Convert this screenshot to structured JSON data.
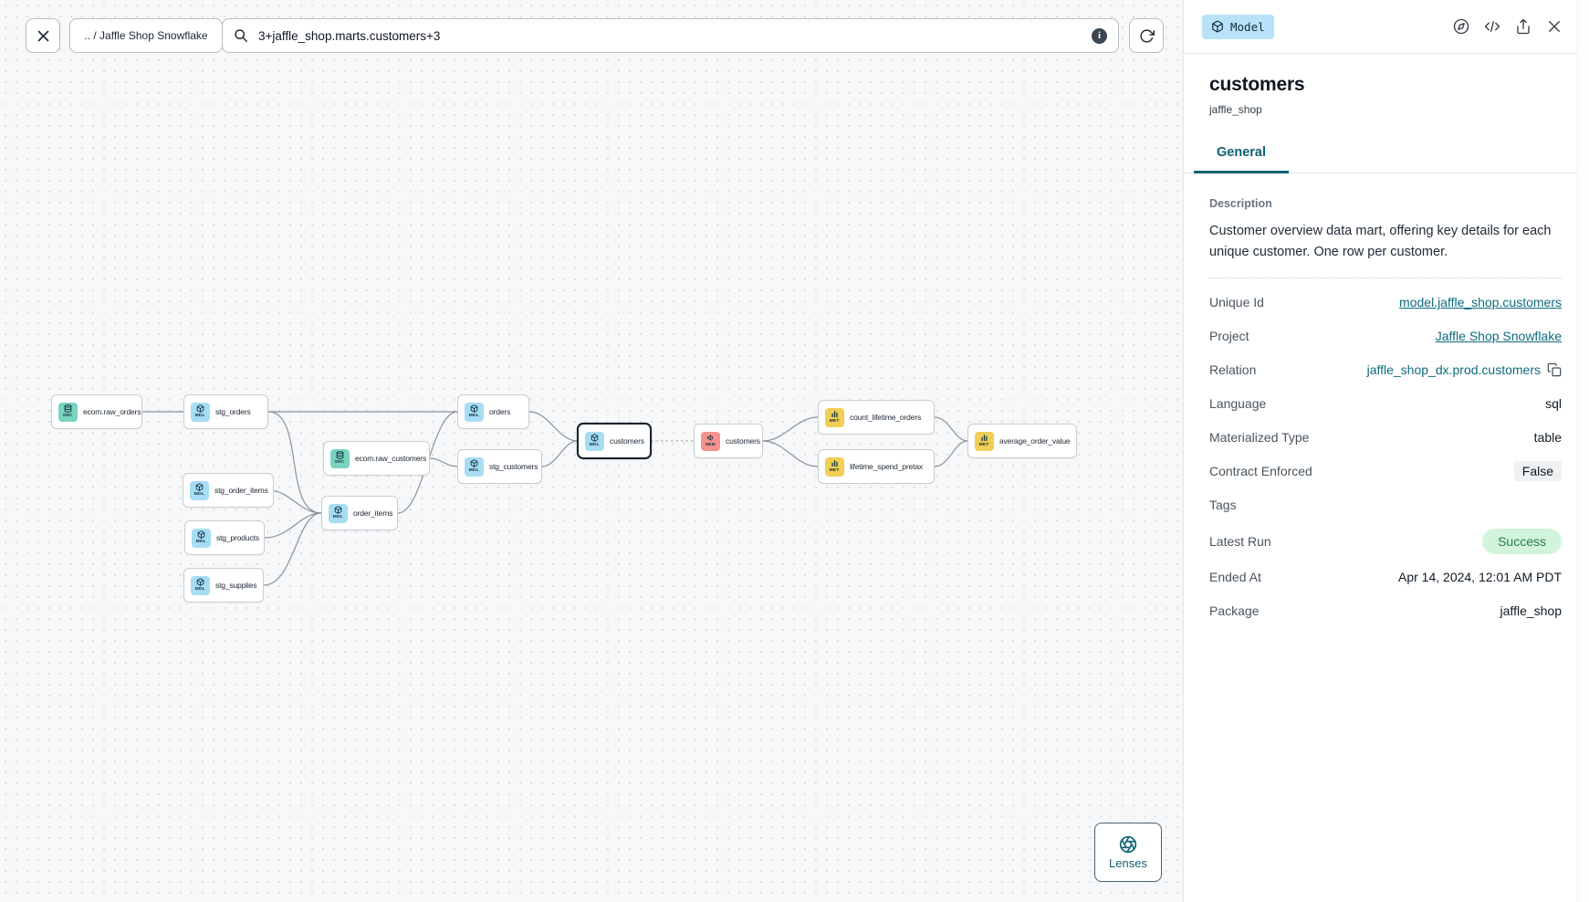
{
  "toolbar": {
    "breadcrumb": ".. / Jaffle Shop Snowflake",
    "search_value": "3+jaffle_shop.marts.customers+3"
  },
  "lenses_label": "Lenses",
  "icons": {
    "canvas_close": "x-icon",
    "search": "magnifier-icon",
    "search_info": "info-circle-icon",
    "refresh": "rotate-cw-icon",
    "badge": "cube-icon",
    "header": [
      "compass-icon",
      "code-icon",
      "share-icon",
      "close-icon"
    ],
    "relation_copy": "copy-icon",
    "lenses": "aperture-icon"
  },
  "colors": {
    "accent_teal": "#0b6173",
    "link_teal": "#0d6b7e",
    "model_badge_bg": "#b9e2f8",
    "source_icon_bg": "#79d4c1",
    "model_icon_bg": "#a7dcf5",
    "semantic_icon_bg": "#f4918f",
    "metric_icon_bg": "#f1ce55",
    "success_bg": "#d2f3dc",
    "success_text": "#2b7d45"
  },
  "panel": {
    "type_badge": "Model",
    "title": "customers",
    "subtitle": "jaffle_shop",
    "tabs": [
      {
        "label": "General",
        "active": true
      }
    ],
    "description_label": "Description",
    "description": "Customer overview data mart, offering key details for each unique customer. One row per customer.",
    "fields": [
      {
        "label": "Unique Id",
        "value": "model.jaffle_shop.customers",
        "type": "link"
      },
      {
        "label": "Project",
        "value": "Jaffle Shop Snowflake",
        "type": "link"
      },
      {
        "label": "Relation",
        "value": "jaffle_shop_dx.prod.customers",
        "type": "copyable"
      },
      {
        "label": "Language",
        "value": "sql",
        "type": "text"
      },
      {
        "label": "Materialized Type",
        "value": "table",
        "type": "text"
      },
      {
        "label": "Contract Enforced",
        "value": "False",
        "type": "chip"
      },
      {
        "label": "Tags",
        "value": "",
        "type": "text"
      },
      {
        "label": "Latest Run",
        "value": "Success",
        "type": "status-success"
      },
      {
        "label": "Ended At",
        "value": "Apr 14, 2024, 12:01 AM PDT",
        "type": "text"
      },
      {
        "label": "Package",
        "value": "jaffle_shop",
        "type": "text"
      }
    ]
  },
  "graph": {
    "nodes": [
      {
        "id": "ecom.raw_orders",
        "label": "ecom.raw_orders",
        "kind": "SRC"
      },
      {
        "id": "stg_orders",
        "label": "stg_orders",
        "kind": "MDL"
      },
      {
        "id": "ecom.raw_customers",
        "label": "ecom.raw_customers",
        "kind": "SRC"
      },
      {
        "id": "stg_order_items",
        "label": "stg_order_items",
        "kind": "MDL"
      },
      {
        "id": "stg_products",
        "label": "stg_products",
        "kind": "MDL"
      },
      {
        "id": "stg_supplies",
        "label": "stg_supplies",
        "kind": "MDL"
      },
      {
        "id": "order_items",
        "label": "order_items",
        "kind": "MDL"
      },
      {
        "id": "orders",
        "label": "orders",
        "kind": "MDL"
      },
      {
        "id": "stg_customers",
        "label": "stg_customers",
        "kind": "MDL"
      },
      {
        "id": "customers",
        "label": "customers",
        "kind": "MDL",
        "selected": true
      },
      {
        "id": "customers_semantic",
        "label": "customers",
        "kind": "SEM"
      },
      {
        "id": "count_lifetime_orders",
        "label": "count_lifetime_orders",
        "kind": "MET"
      },
      {
        "id": "lifetime_spend_pretax",
        "label": "lifetime_spend_pretax",
        "kind": "MET"
      },
      {
        "id": "average_order_value",
        "label": "average_order_value",
        "kind": "MET"
      }
    ],
    "edges": [
      {
        "from": "ecom.raw_orders",
        "to": "stg_orders"
      },
      {
        "from": "stg_orders",
        "to": "orders"
      },
      {
        "from": "stg_orders",
        "to": "order_items"
      },
      {
        "from": "ecom.raw_customers",
        "to": "stg_customers"
      },
      {
        "from": "stg_order_items",
        "to": "order_items"
      },
      {
        "from": "stg_products",
        "to": "order_items"
      },
      {
        "from": "stg_supplies",
        "to": "order_items"
      },
      {
        "from": "order_items",
        "to": "orders"
      },
      {
        "from": "orders",
        "to": "customers"
      },
      {
        "from": "stg_customers",
        "to": "customers"
      },
      {
        "from": "customers",
        "to": "customers_semantic",
        "dashed": true
      },
      {
        "from": "customers_semantic",
        "to": "count_lifetime_orders"
      },
      {
        "from": "customers_semantic",
        "to": "lifetime_spend_pretax"
      },
      {
        "from": "count_lifetime_orders",
        "to": "average_order_value"
      },
      {
        "from": "lifetime_spend_pretax",
        "to": "average_order_value"
      }
    ]
  }
}
